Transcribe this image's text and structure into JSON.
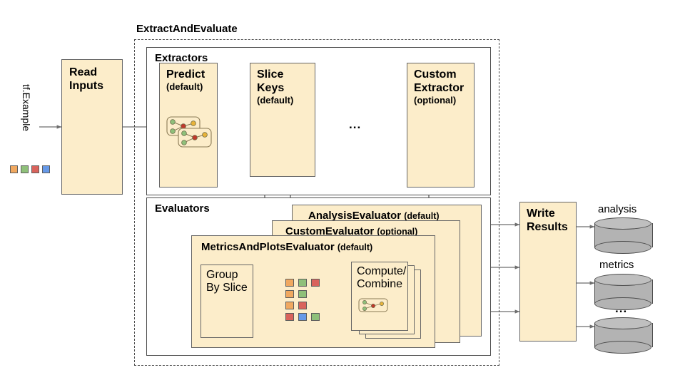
{
  "diagram": {
    "title_outer": "ExtractAndEvaluate",
    "input_label": "tf.Example",
    "read_inputs": {
      "line1": "Read",
      "line2": "Inputs"
    },
    "extractors": {
      "frame_label": "Extractors",
      "boxes": [
        {
          "line1": "Predict",
          "line2": "",
          "sub": "(default)",
          "icon": "graph-stack-icon"
        },
        {
          "line1": "Slice",
          "line2": "Keys",
          "sub": "(default)",
          "icon": ""
        },
        {
          "line1": "Custom",
          "line2": "Extractor",
          "sub": "(optional)",
          "icon": ""
        }
      ],
      "ellipsis": "..."
    },
    "evaluators": {
      "frame_label": "Evaluators",
      "banners": [
        {
          "name": "AnalysisEvaluator",
          "qualifier": "(default)"
        },
        {
          "name": "CustomEvaluator",
          "qualifier": "(optional)"
        },
        {
          "name": "MetricsAndPlotsEvaluator",
          "qualifier": "(default)"
        }
      ],
      "group_by_slice": {
        "line1": "Group",
        "line2": "By Slice"
      },
      "compute_combine": {
        "line1": "Compute/",
        "line2": "Combine",
        "icon": "graph-icon"
      },
      "slice_grid": [
        [
          "orange",
          "green",
          "red"
        ],
        [
          "orange",
          "green"
        ],
        [
          "orange",
          "red"
        ],
        [
          "red",
          "blue",
          "green"
        ]
      ]
    },
    "write_results": {
      "line1": "Write",
      "line2": "Results"
    },
    "sinks": [
      {
        "label": "analysis",
        "icon": "database-cylinder-icon"
      },
      {
        "label": "metrics",
        "icon": "database-cylinder-icon"
      },
      {
        "label": "",
        "icon": "database-cylinder-icon"
      }
    ],
    "sink_ellipsis": "...",
    "input_swatches": [
      "orange",
      "green",
      "red",
      "blue"
    ],
    "colors": {
      "box_fill": "#FCEDCA",
      "box_stroke": "#666666",
      "frame_stroke": "#4D4D4D",
      "arrow": "#6E6E6E",
      "cylinder": "#B3B3B3",
      "orange": "#F0A860",
      "green": "#8FC07A",
      "red": "#D9635C",
      "blue": "#6699E8"
    }
  }
}
